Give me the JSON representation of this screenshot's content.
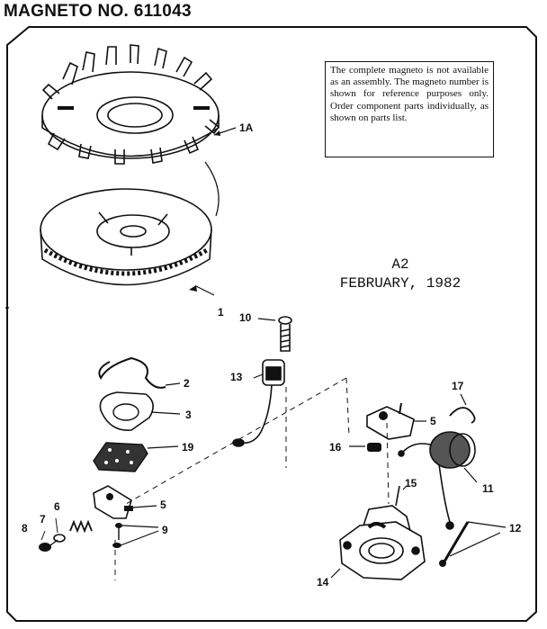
{
  "title": "MAGNETO NO. 611043",
  "note": "The complete magneto is not available as an assembly. The magneto number is shown for reference purposes only. Order component parts individually, as shown on parts list.",
  "revision": {
    "code": "A2",
    "date": "FEBRUARY, 1982"
  },
  "callouts": {
    "c1A": "1A",
    "c1": "1",
    "c10": "10",
    "c13": "13",
    "c2": "2",
    "c3": "3",
    "c19": "19",
    "c5a": "5",
    "c5b": "5",
    "c17": "17",
    "c16": "16",
    "c11": "11",
    "c15": "15",
    "c12": "12",
    "c14": "14",
    "c9": "9",
    "c8": "8",
    "c7": "7",
    "c6": "6"
  },
  "icons": [
    "flywheel-fan-icon",
    "flywheel-icon",
    "coil-icon",
    "breaker-point-icon",
    "condenser-icon",
    "mounting-bracket-icon"
  ]
}
